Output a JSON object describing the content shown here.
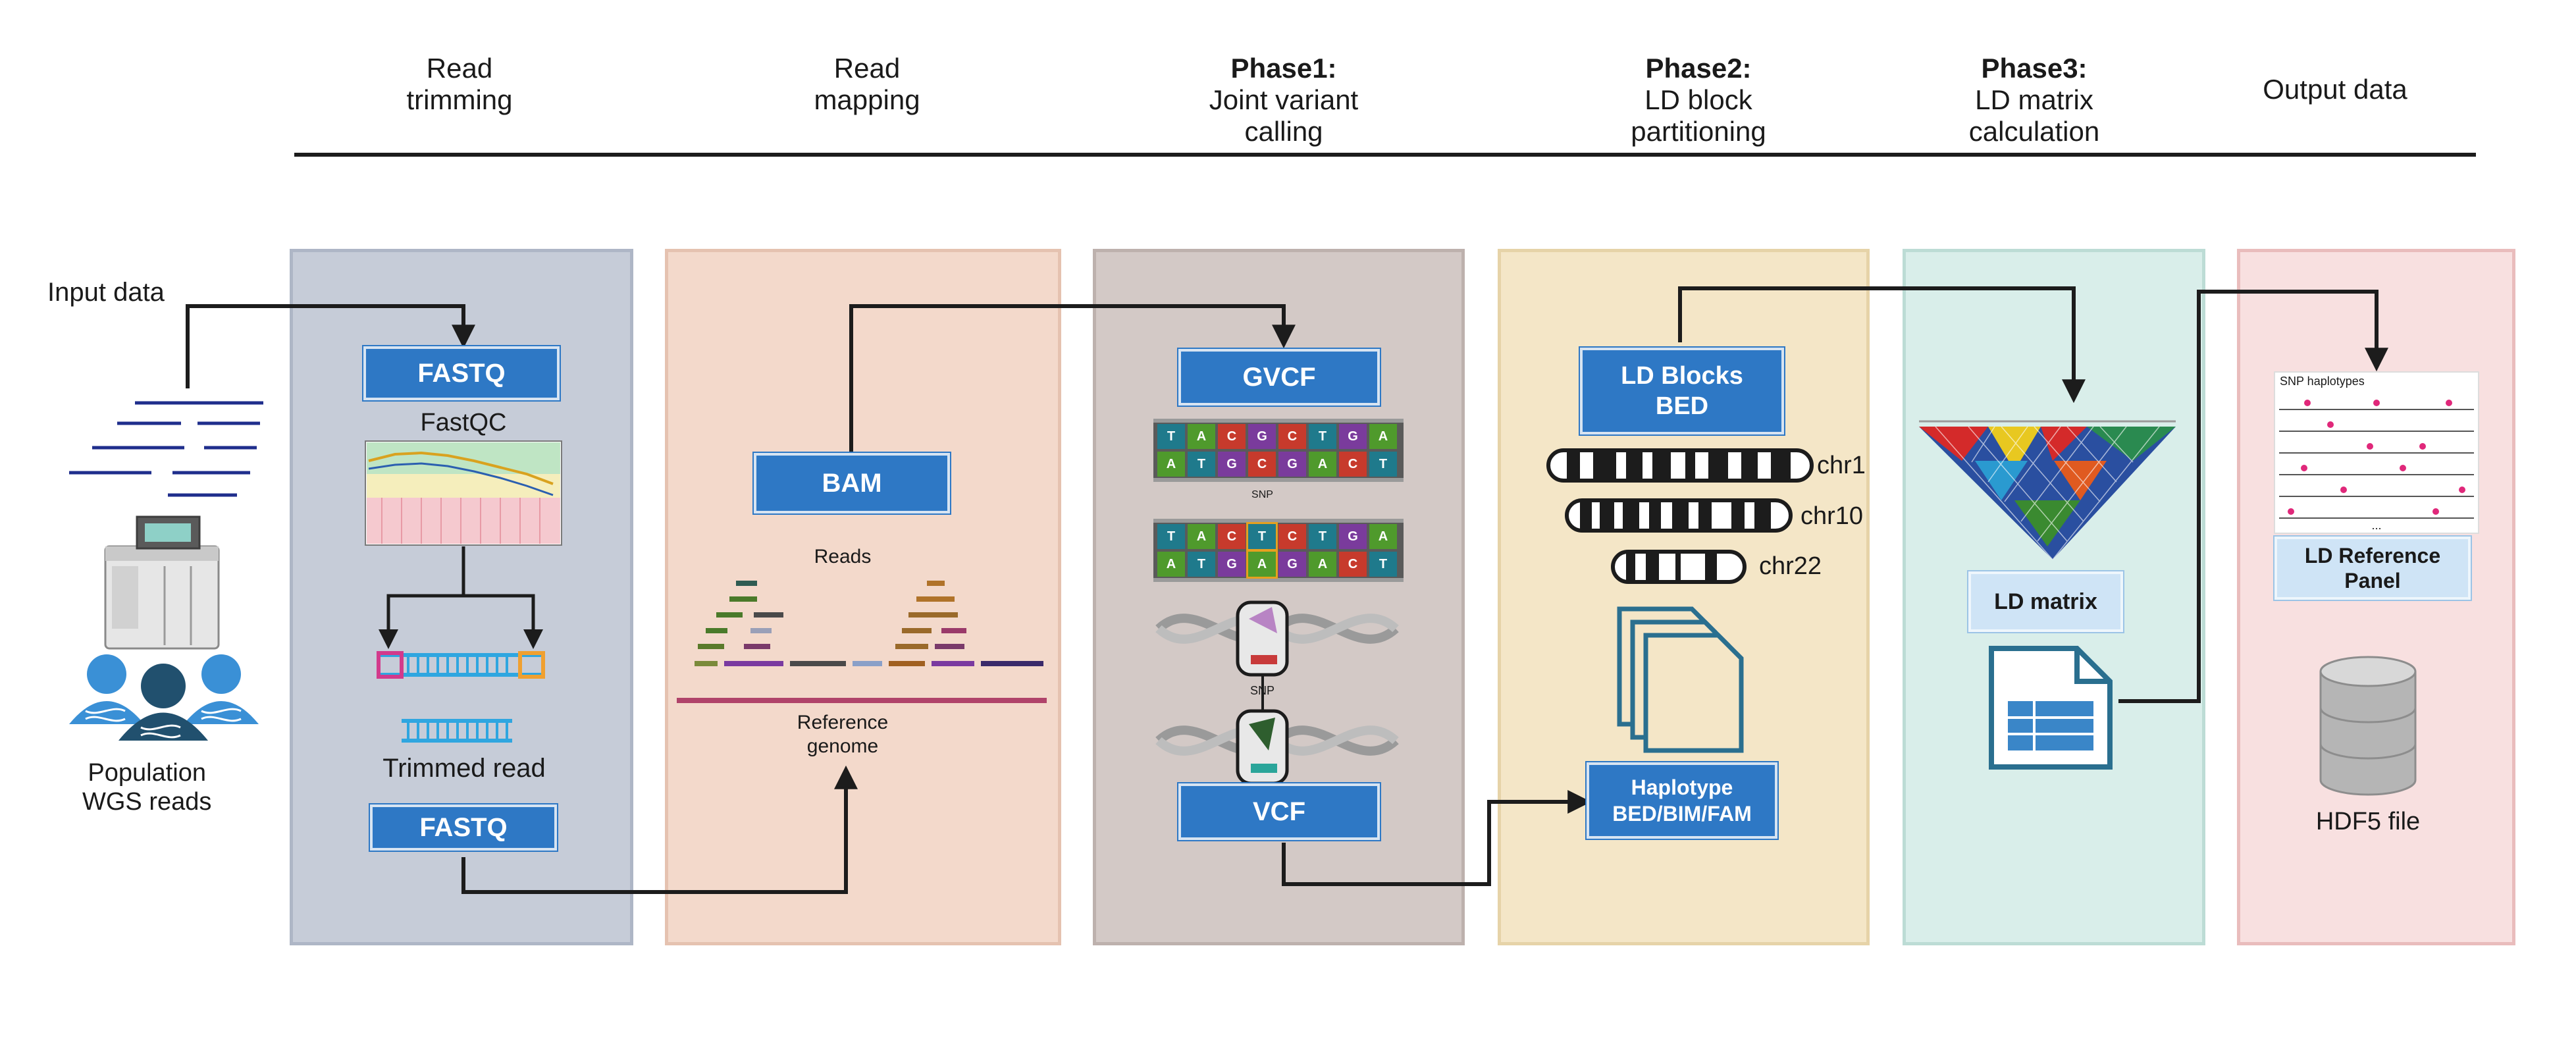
{
  "stages": [
    {
      "bold": "",
      "text": "Read\ntrimming"
    },
    {
      "bold": "",
      "text": "Read\nmapping"
    },
    {
      "bold": "Phase1:",
      "text": "Joint variant\ncalling"
    },
    {
      "bold": "Phase2:",
      "text": "LD block\npartitioning"
    },
    {
      "bold": "Phase3:",
      "text": "LD matrix\ncalculation"
    },
    {
      "bold": "",
      "text": "Output data"
    }
  ],
  "input": {
    "label": "Input data",
    "population": "Population\nWGS reads"
  },
  "trimming": {
    "fastq_top": "FASTQ",
    "fastqc": "FastQC",
    "trimmed_read": "Trimmed read",
    "fastq_bottom": "FASTQ"
  },
  "mapping": {
    "bam": "BAM",
    "reads": "Reads",
    "reference": "Reference\ngenome"
  },
  "variant_calling": {
    "gvcf": "GVCF",
    "snp_1": "SNP",
    "snp_2": "SNP",
    "vcf": "VCF",
    "seq_top": [
      "T",
      "A",
      "C",
      "G",
      "C",
      "T",
      "G",
      "A"
    ],
    "seq_bottom": [
      "A",
      "T",
      "G",
      "C",
      "G",
      "A",
      "C",
      "T"
    ],
    "seq2_top": [
      "T",
      "A",
      "C",
      "T",
      "C",
      "T",
      "G",
      "A"
    ],
    "seq2_bottom": [
      "A",
      "T",
      "G",
      "A",
      "G",
      "A",
      "C",
      "T"
    ]
  },
  "ld_block": {
    "ld_blocks": "LD Blocks\nBED",
    "chr1": "chr1",
    "chr10": "chr10",
    "chr22": "chr22",
    "haplotype": "Haplotype\nBED/BIM/FAM"
  },
  "ld_matrix": {
    "label": "LD matrix"
  },
  "output": {
    "snp_haplotypes": "SNP haplotypes",
    "ellipsis": "...",
    "panel": "LD Reference\nPanel",
    "hdf5": "HDF5 file"
  },
  "colors": {
    "box_blue": "#2e78c5",
    "panel_trimming": "#c6ccd8",
    "panel_mapping": "#f3d9cb",
    "panel_calling": "#d3c9c6",
    "panel_block": "#f4e6c7",
    "panel_matrix": "#d9eeea",
    "panel_output": "#f8e0e0",
    "base_T": "#1f7a8c",
    "base_A": "#4f9a2c",
    "base_C": "#c73a2c",
    "base_G": "#7a3b9c"
  }
}
